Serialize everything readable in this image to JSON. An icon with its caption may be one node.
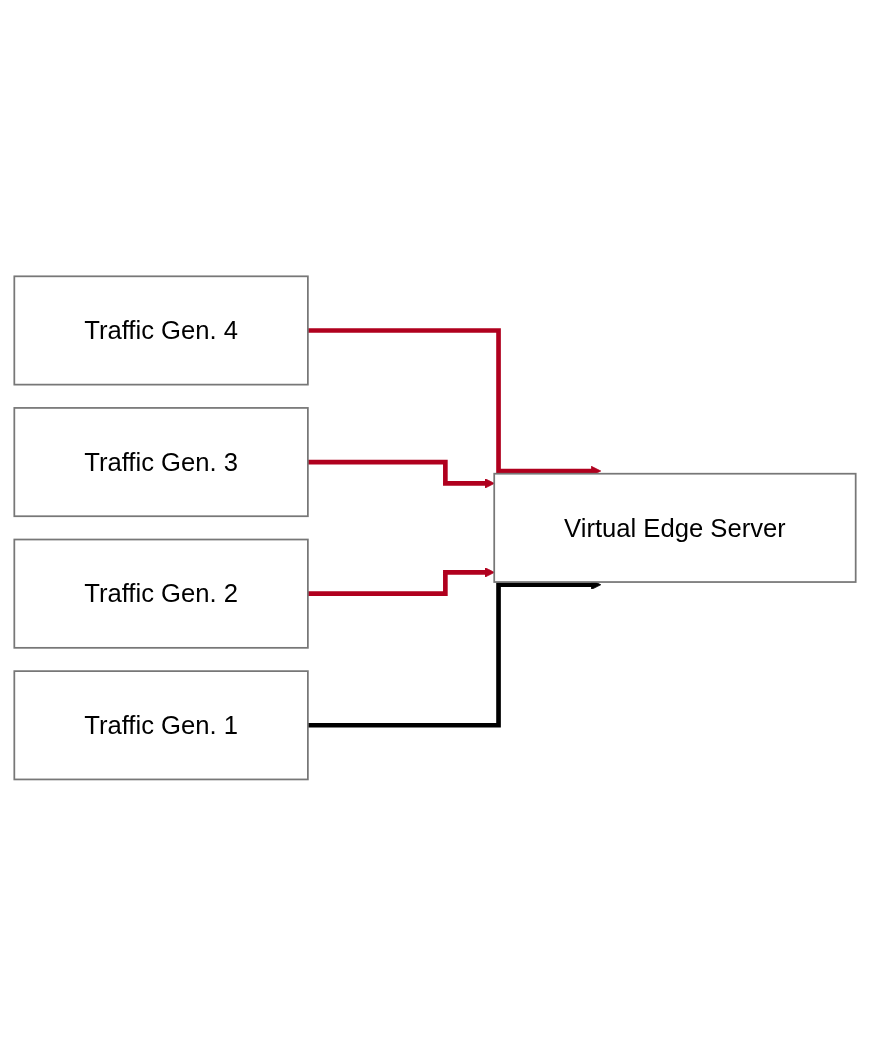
{
  "diagram": {
    "nodes": [
      {
        "text": [
          "Traffic Gen. 4"
        ]
      },
      {
        "text": [
          "Traffic Gen. 3"
        ]
      },
      {
        "text": [
          "Traffic Gen. 2"
        ]
      },
      {
        "text": [
          "Traffic Gen. 1"
        ]
      },
      {
        "text": [
          "Virtual Edge Server"
        ]
      }
    ],
    "edges": [
      {
        "from": 0,
        "to": 4,
        "arrow": "to"
      },
      {
        "from": 1,
        "to": 4,
        "arrow": "to"
      },
      {
        "from": 2,
        "to": 4,
        "arrow": "to"
      },
      {
        "from": 3,
        "to": 4,
        "arrow": "to",
        "color": "#000000"
      }
    ]
  }
}
